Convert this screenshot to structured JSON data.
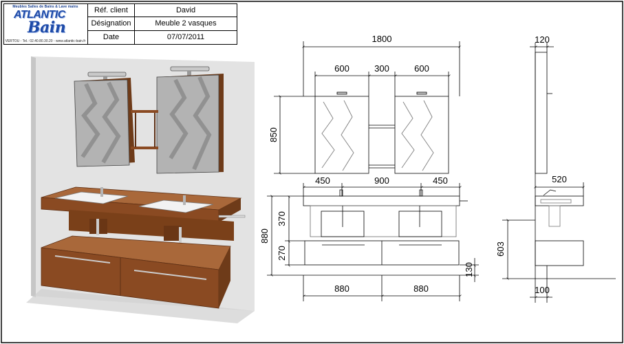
{
  "title_block": {
    "logo": {
      "tagline": "Meubles Salles de Bains & Lave mains",
      "brand_line1": "ATLANTIC",
      "brand_line2": "Bain",
      "contact": "VERTOU - Tel.: 02.40.80.30.20 - www.atlantic-bain.fr"
    },
    "rows": [
      {
        "label": "Réf. client",
        "value": "David"
      },
      {
        "label": "Désignation",
        "value": "Meuble 2 vasques"
      },
      {
        "label": "Date",
        "value": "07/07/2011"
      }
    ]
  },
  "front_view": {
    "overall_width": "1800",
    "mirror_width_left": "600",
    "mirror_gap": "300",
    "mirror_width_right": "600",
    "mirror_height": "850",
    "basin_offset_left": "450",
    "basin_spacing": "900",
    "basin_offset_right": "450",
    "unit_height": "880",
    "drawer_top_height": "370",
    "drawer_bottom_height": "270",
    "plinth_height": "130",
    "cabinet_width_left": "880",
    "cabinet_width_right": "880"
  },
  "side_view": {
    "mirror_depth": "120",
    "top_depth": "520",
    "floor_to_top": "603",
    "plinth_depth": "100"
  },
  "colors": {
    "wood": "#8a4a22",
    "wood_dark": "#5e3015",
    "wood_light": "#a9683a",
    "line": "#000000",
    "logo_blue": "#1d4aa8"
  }
}
